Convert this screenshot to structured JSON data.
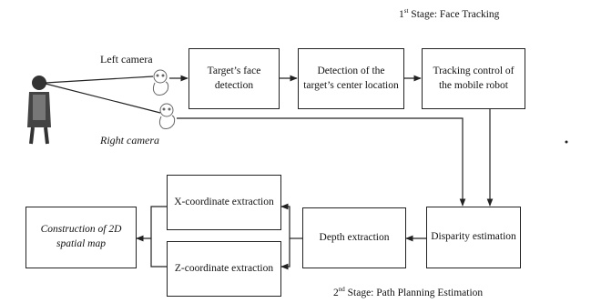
{
  "stage1": {
    "ordinal": "1",
    "suffix": "st",
    "text": " Stage: Face Tracking"
  },
  "stage2": {
    "ordinal": "2",
    "suffix": "nd",
    "text": " Stage: Path Planning Estimation"
  },
  "labels": {
    "left_camera": "Left camera",
    "right_camera": "Right camera"
  },
  "boxes": {
    "face_detection": "Target’s face detection",
    "center_detection": "Detection of the target’s center location",
    "tracking_control": "Tracking control of the mobile robot",
    "disparity": "Disparity estimation",
    "depth": "Depth extraction",
    "x_coord": "X-coordinate extraction",
    "z_coord": "Z-coordinate extraction",
    "spatial_map": "Construction of 2D spatial map"
  }
}
